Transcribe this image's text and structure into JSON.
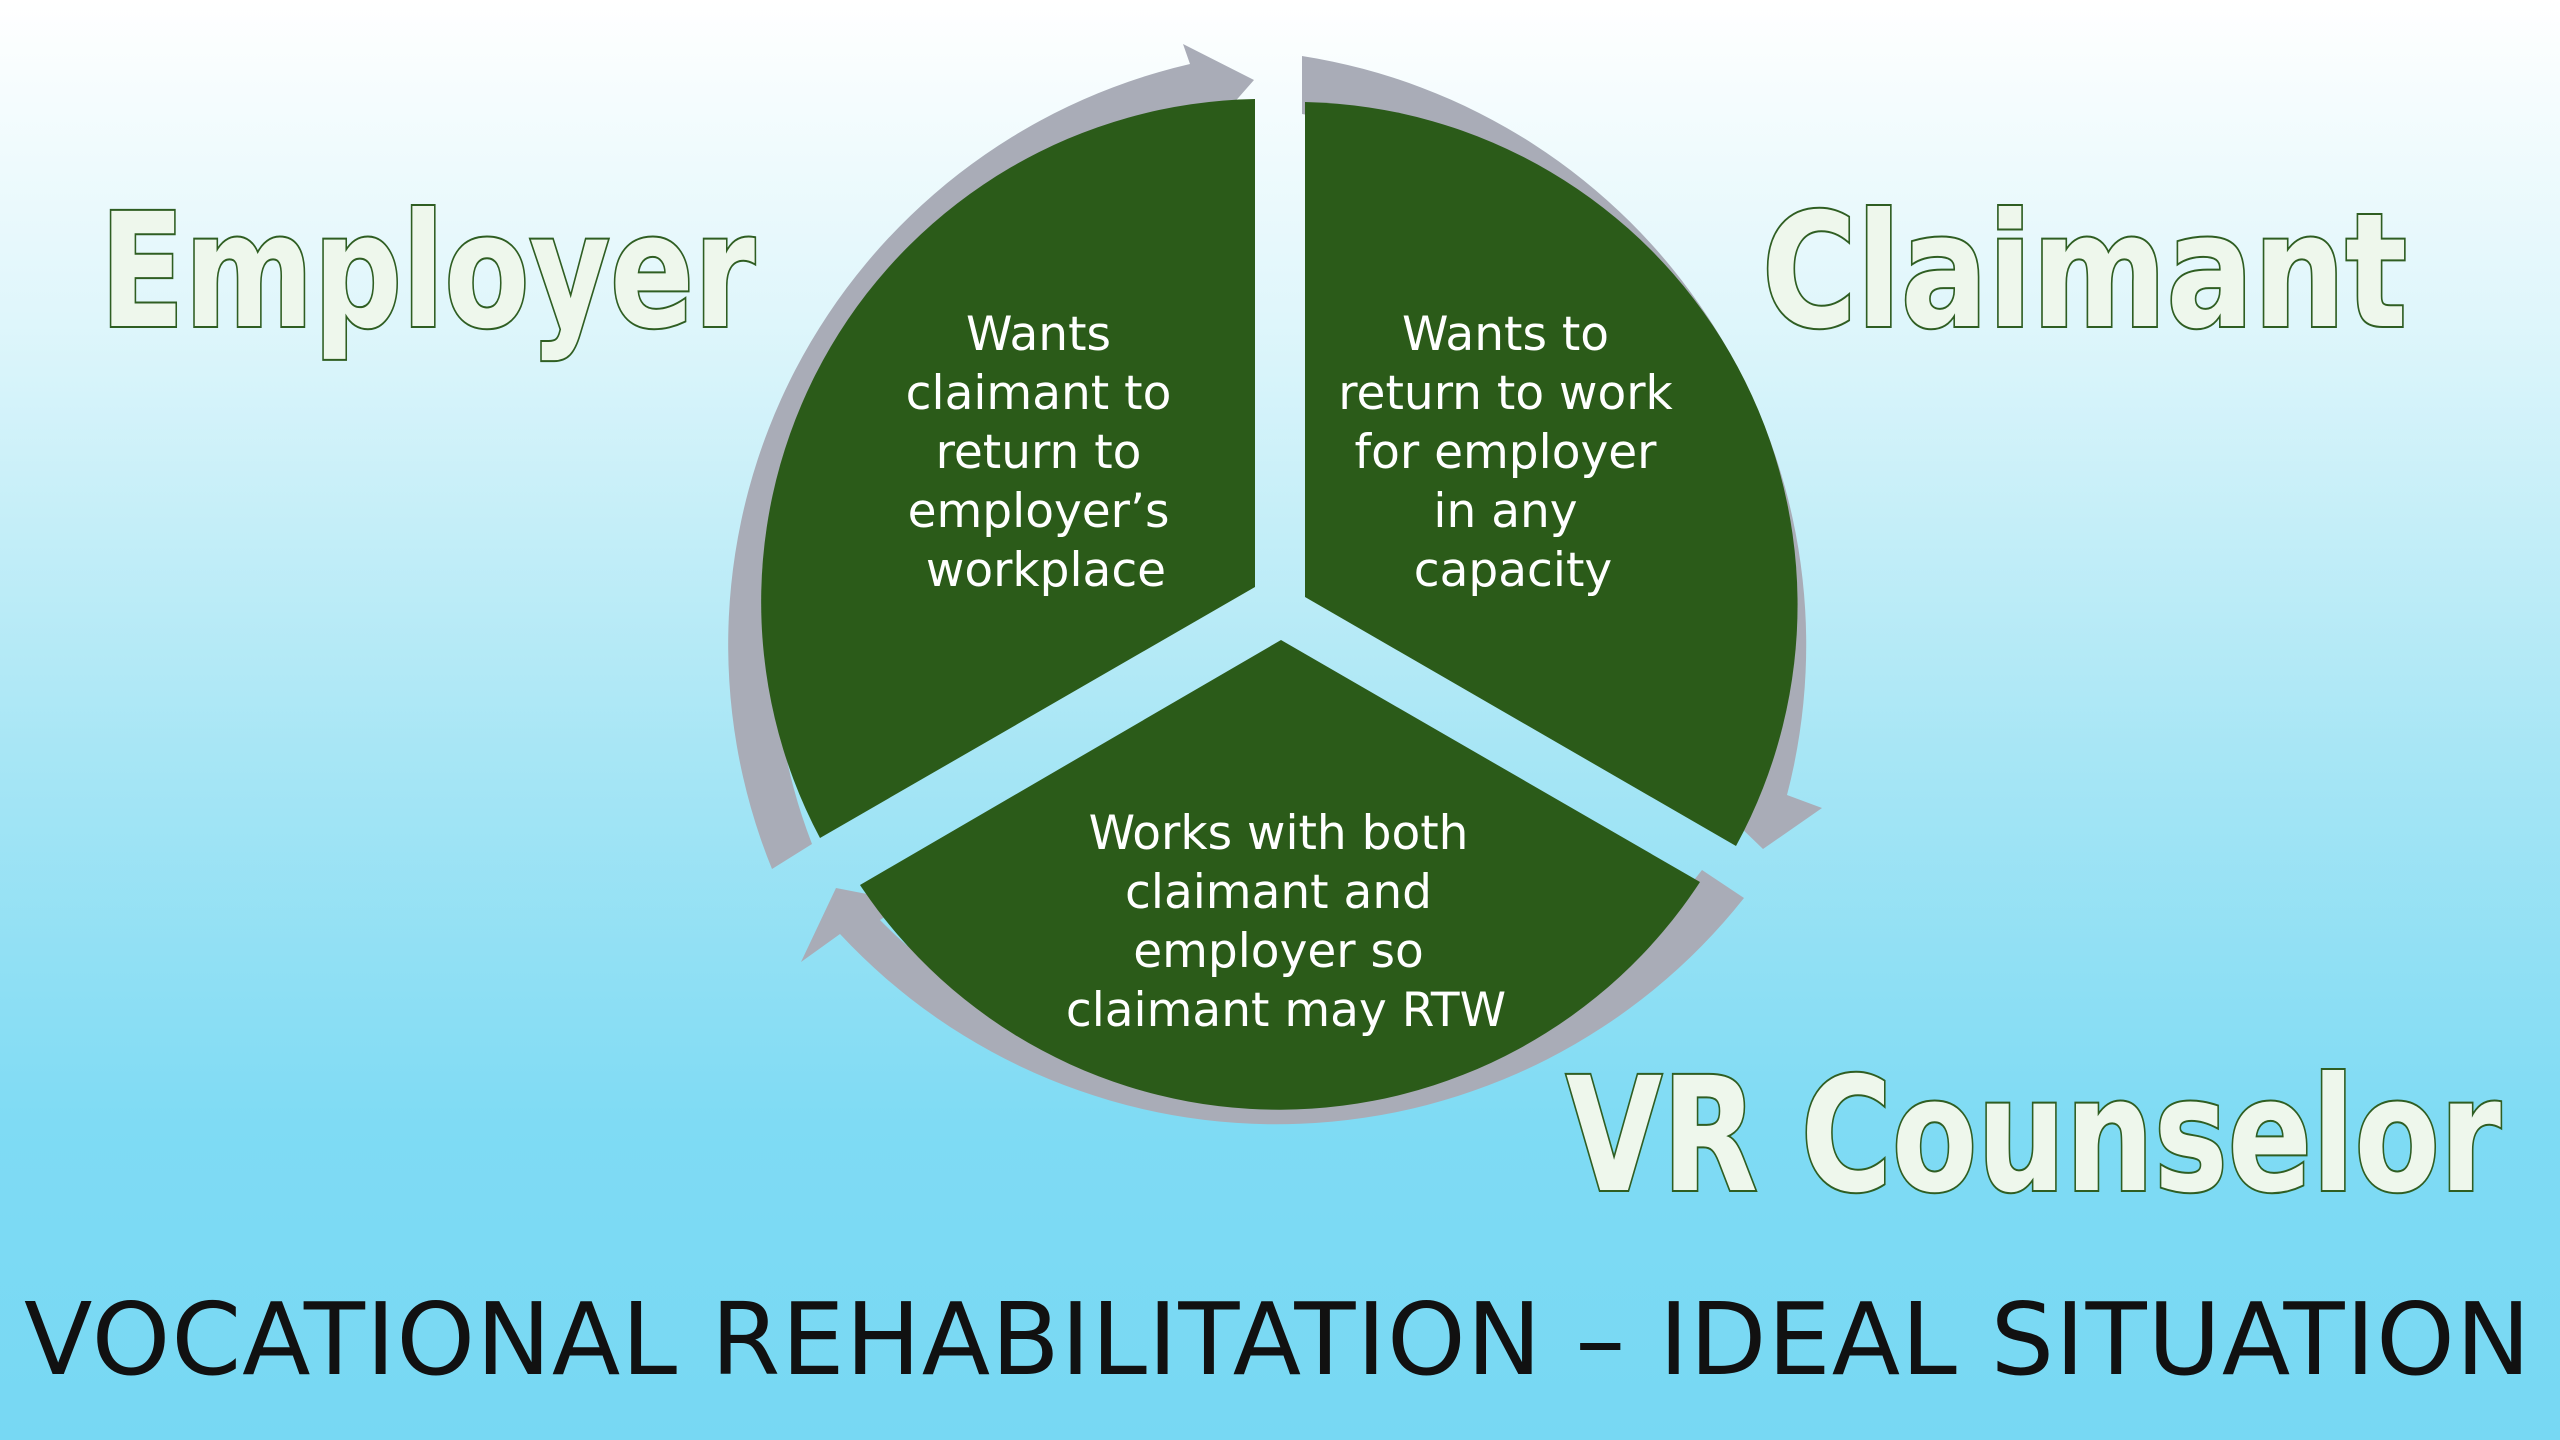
{
  "diagram": {
    "roles": {
      "employer": "Employer",
      "claimant": "Claimant",
      "vr_counselor": "VR Counselor"
    },
    "segments": {
      "employer": [
        "Wants",
        "claimant to",
        "return to",
        "employer’s",
        "workplace"
      ],
      "claimant": [
        "Wants to",
        "return to work",
        "for employer",
        "in any",
        "capacity"
      ],
      "vr_counselor": [
        "Works with both",
        "claimant and",
        "employer so",
        "claimant may RTW"
      ]
    }
  },
  "footer": {
    "title": "VOCATIONAL REHABILITATION – IDEAL SITUATION"
  },
  "colors": {
    "segment_fill": "#2b5b19",
    "ring_arrow": "#a9acb7",
    "background_top": "#ffffff",
    "background_bottom": "#77d8f3",
    "label_outline": "#2f5e22"
  }
}
